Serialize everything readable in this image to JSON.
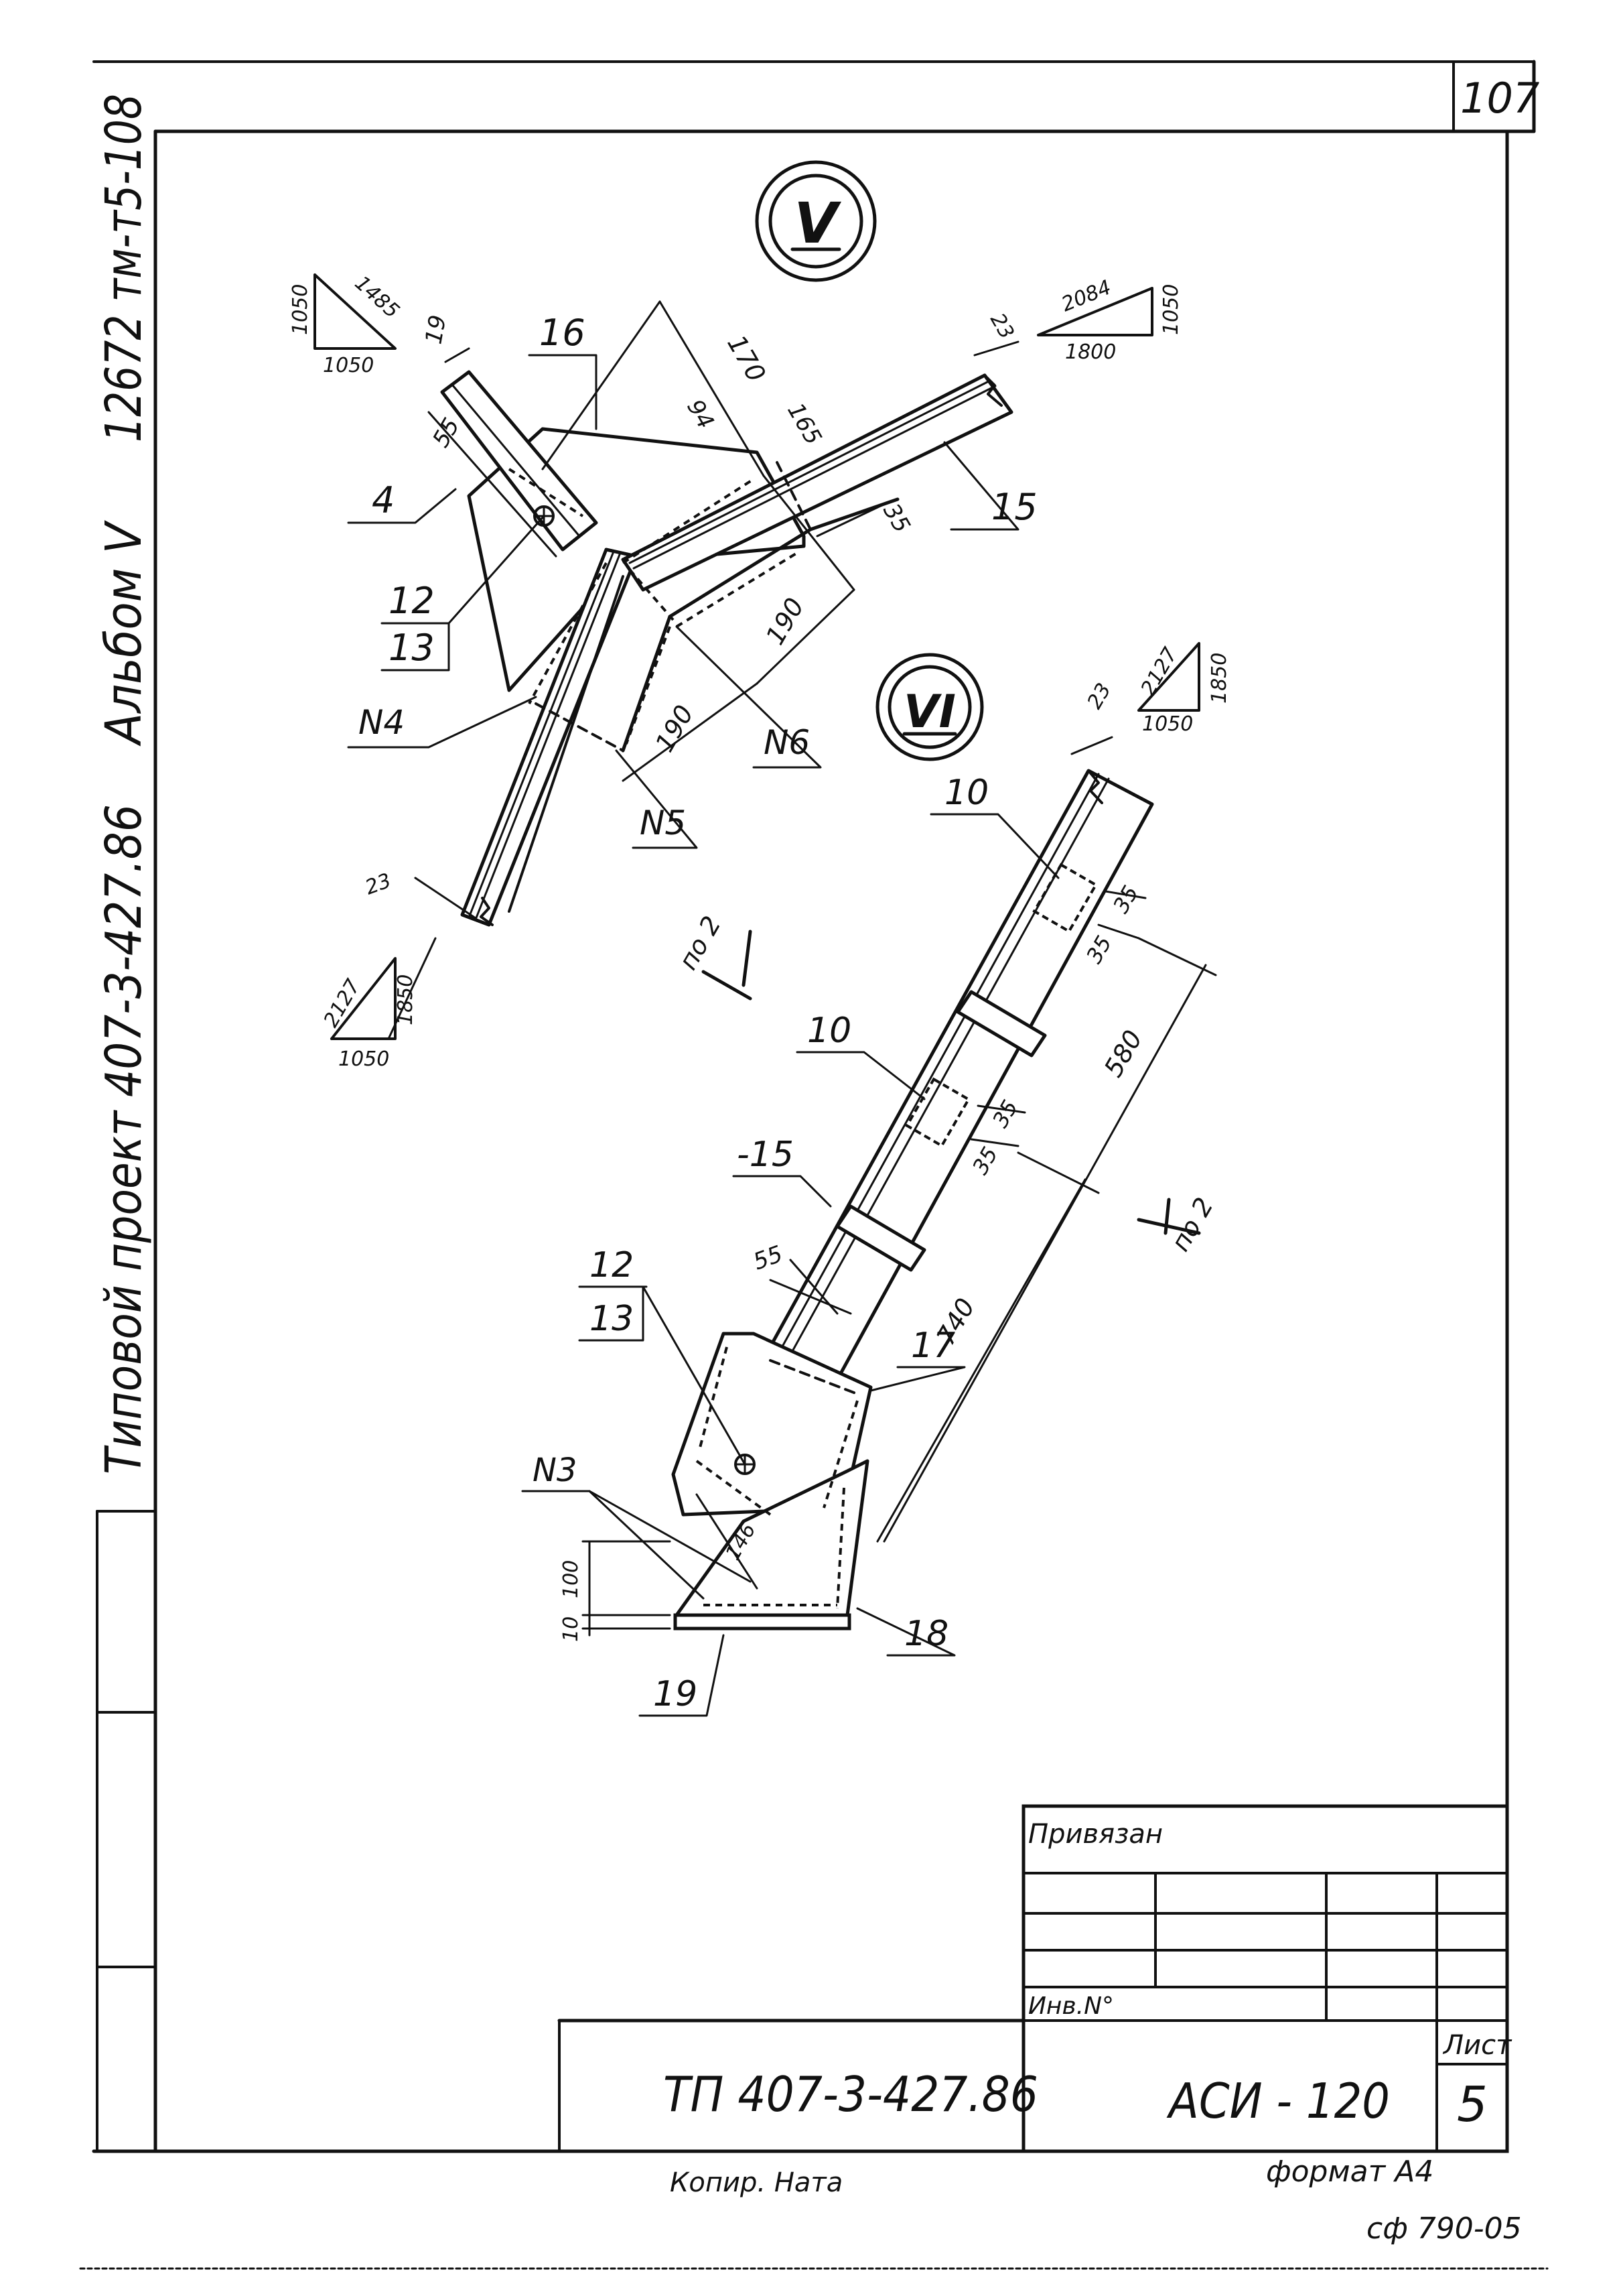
{
  "sheet_number": "107",
  "side_stamp": {
    "project_line_1": "Типовой проект 407-3-427.86",
    "album": "Альбом V",
    "code": "12672 тм-т5-108"
  },
  "view_labels": {
    "v5": "V",
    "v6": "VI"
  },
  "view5": {
    "slope_left": {
      "a": "1050",
      "b": "1050",
      "hyp": "1485"
    },
    "slope_right": {
      "a": "1800",
      "b": "1050",
      "hyp": "2084"
    },
    "slope_bottom": {
      "a": "1050",
      "b": "1850",
      "hyp": "2127"
    },
    "dims": {
      "d19": "19",
      "d55": "55",
      "d170": "170",
      "d94": "94",
      "d165": "165",
      "d23a": "23",
      "d35": "35",
      "d190a": "190",
      "d190b": "190",
      "d23b": "23"
    },
    "callouts": {
      "c16": "16",
      "c4": "4",
      "c12": "12",
      "c13": "13",
      "c15": "15",
      "n4": "N4",
      "n5": "N5",
      "n6": "N6"
    }
  },
  "view6": {
    "slope_top": {
      "a": "1050",
      "b": "1850",
      "hyp": "2127"
    },
    "dims": {
      "d23": "23",
      "d35a": "35",
      "d35b": "35",
      "d580": "580",
      "d35c": "35",
      "d35d": "35",
      "d55": "55",
      "d740": "740",
      "d146": "146",
      "d100": "100",
      "d10": "10"
    },
    "callouts": {
      "c10a": "10",
      "c10b": "10",
      "c15": "-15",
      "c12": "12",
      "c13": "13",
      "c17": "17",
      "c18": "18",
      "c19": "19",
      "n3": "N3"
    },
    "section_marks": {
      "upper": "по 2",
      "lower": "по 2"
    }
  },
  "title_block": {
    "privyazan": "Привязан",
    "inv": "Инв.N°",
    "doc": "ТП 407-3-427.86",
    "drawing": "АСИ - 120",
    "list_label": "Лист",
    "list_number": "5"
  },
  "footer": {
    "copier": "Копир. Ната",
    "format": "формат А4",
    "code": "сф 790-05"
  }
}
